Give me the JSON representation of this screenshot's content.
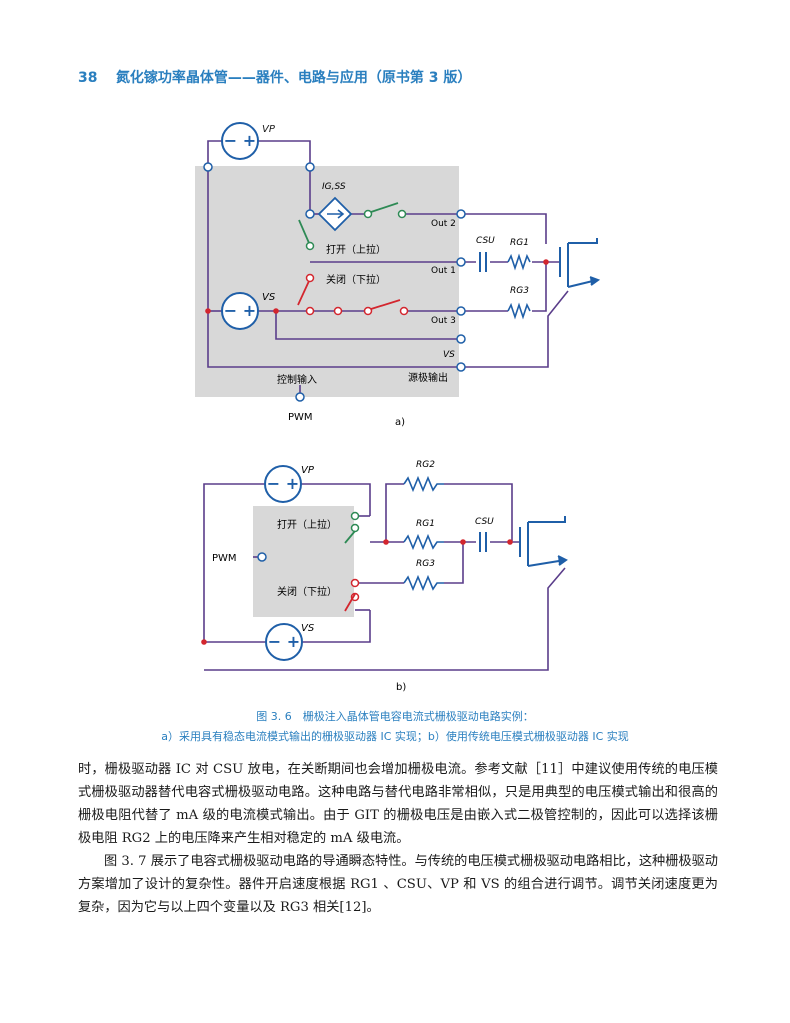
{
  "header": {
    "page_number": "38",
    "book_title": "氮化镓功率晶体管——器件、电路与应用（原书第 3 版）"
  },
  "figure_a": {
    "labels": {
      "vp": "VP",
      "ig_ss": "IG,SS",
      "out2": "Out 2",
      "turn_on": "打开（上拉）",
      "out1": "Out 1",
      "turn_off": "关闭（下拉）",
      "vs": "VS",
      "out3": "Out 3",
      "vs_out": "VS",
      "source_out": "源极输出",
      "control_input": "控制输入",
      "pwm": "PWM",
      "csu": "CSU",
      "rg1": "RG1",
      "rg3": "RG3"
    },
    "sublabel": "a)"
  },
  "figure_b": {
    "labels": {
      "vp": "VP",
      "rg2": "RG2",
      "turn_on": "打开（上拉）",
      "rg1": "RG1",
      "csu": "CSU",
      "pwm": "PWM",
      "rg3": "RG3",
      "turn_off": "关闭（下拉）",
      "vs": "VS"
    },
    "sublabel": "b)"
  },
  "caption": {
    "line1": "图 3. 6　栅极注入晶体管电容电流式栅极驱动电路实例：",
    "line2": "a）采用具有稳态电流模式输出的栅极驱动器 IC 实现；b）使用传统电压模式栅极驱动器 IC 实现"
  },
  "body": {
    "paragraph1": "时，栅极驱动器 IC 对 CSU 放电，在关断期间也会增加栅极电流。参考文献［11］中建议使用传统的电压模式栅极驱动器替代电容式栅极驱动电路。这种电路与替代电路非常相似，只是用典型的电压模式输出和很高的栅极电阻代替了 mA 级的电流模式输出。由于 GIT 的栅极电压是由嵌入式二极管控制的，因此可以选择该栅极电阻 RG2 上的电压降来产生相对稳定的 mA 级电流。",
    "paragraph2": "图 3. 7 展示了电容式栅极驱动电路的导通瞬态特性。与传统的电压模式栅极驱动电路相比，这种栅极驱动方案增加了设计的复杂性。器件开启速度根据 RG1 、CSU、VP 和 VS 的组合进行调节。调节关闭速度更为复杂，因为它与以上四个变量以及 RG3 相关[12]。"
  },
  "colors": {
    "wire": "#5a3d8a",
    "source": "#1f5fa8",
    "switch_green": "#2e8a55",
    "switch_red": "#d3262e",
    "resistor": "#1f5fa8",
    "gray_box": "#d8d8d8",
    "accent": "#2a7fbf"
  }
}
